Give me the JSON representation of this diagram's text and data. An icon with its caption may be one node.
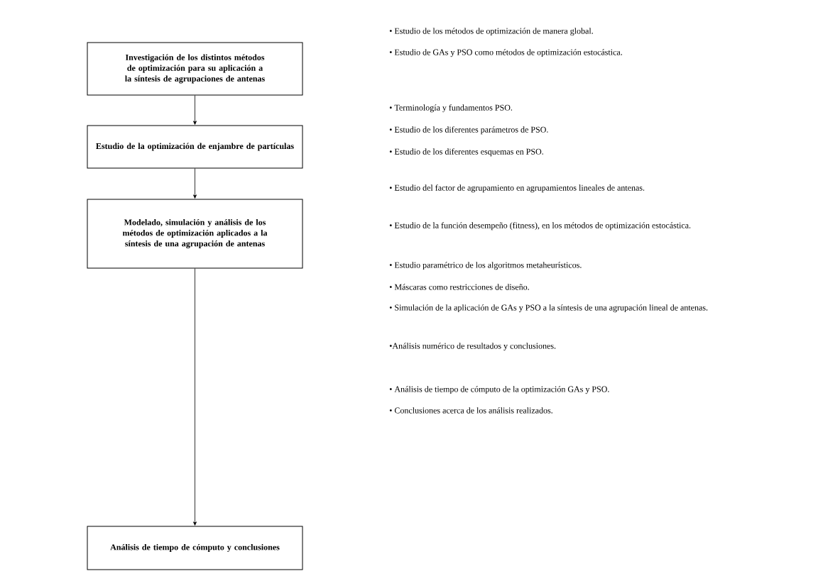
{
  "diagram": {
    "nodes": [
      {
        "text": [
          "Investigación de los distintos métodos de optimización para su aplicación a la síntesis de agrupaciones de antenas"
        ],
        "beside": [
          "• Estudio de los métodos de optimización de manera global.",
          "• Estudio de GAs y PSO como métodos de optimización estocástica."
        ]
      },
      {
        "text": [
          "Estudio de la optimización de enjambre de partículas"
        ],
        "beside": [
          "• Terminología y fundamentos PSO.",
          "• Estudio de los diferentes parámetros de PSO.",
          "• Estudio de los diferentes esquemas en PSO."
        ]
      },
      {
        "text": [
          "Modelado, simulación y análisis de los métodos de optimización aplicados a la síntesis de una agrupación de antenas"
        ],
        "beside": [
          "• Estudio del factor de agrupamiento en agrupamientos lineales de antenas.",
          "• Estudio de la función desempeño (fitness), en los métodos de optimización estocástica.",
          "• Estudio paramétrico de los algoritmos metaheurísticos.",
          "• Máscaras como restricciones de diseño.",
          "• Simulación de la aplicación de GAs y PSO a la síntesis de una agrupación lineal de antenas.",
          "•Análisis numérico de resultados y conclusiones."
        ]
      },
      {
        "text": [
          "Análisis de tiempo de cómputo y conclusiones"
        ],
        "beside": [
          "• Análisis de tiempo de cómputo de la optimización GAs y PSO.",
          "• Conclusiones acerca de los análisis realizados."
        ]
      }
    ],
    "edges": [
      {
        "from": 0,
        "to": 1,
        "arrow": "to"
      },
      {
        "from": 1,
        "to": 2,
        "arrow": "to"
      },
      {
        "from": 2,
        "to": 3,
        "arrow": "to"
      }
    ]
  }
}
